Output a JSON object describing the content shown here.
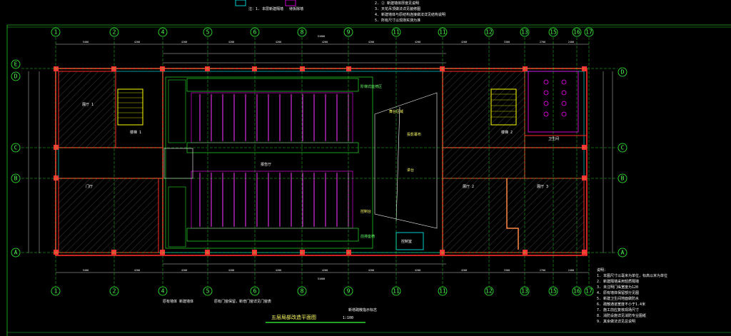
{
  "drawing": {
    "title": "五层局部改造平面图",
    "scale": "1:100",
    "legend": [
      {
        "text": "注：1. 本层新建隔墙",
        "swatch_color": "#00ffff"
      },
      {
        "text": "待拆除墙",
        "swatch_color": "#ff00ff"
      }
    ],
    "top_notes": [
      "2. ② 新建墙体厚度见说明",
      "3. 天花吊顶做法详见装修图",
      "4. 新建墙体与原结构连接做法详见结构说明",
      "5. 所有尺寸以现场实测为准"
    ],
    "side_notes": [
      "说明：",
      "1. 本图尺寸以毫米为单位，标高以米为单位",
      "2. 新建隔墙采用轻质隔墙",
      "3. 未注明门垛宽度为120",
      "4. 原有墙体保留部分见图",
      "5. 新建卫生间地面做防水",
      "6. 疏散通道宽度不小于1.4米",
      "7. 施工前应复核现场尺寸",
      "8. 消防设施详见消防专业图纸",
      "9. 其余做法详见总说明"
    ],
    "bottom_notes": [
      "原有墙体    新建墙体",
      "原有门窗保留，新增门窗详见门窗表",
      "新增疏散指示标志"
    ]
  },
  "grid": {
    "columns": [
      "1",
      "2",
      "4",
      "5",
      "6",
      "8",
      "9",
      "11",
      "11",
      "12",
      "13",
      "15",
      "16",
      "17"
    ],
    "rows": [
      "E",
      "D",
      "C",
      "B",
      "A"
    ]
  },
  "rooms": [
    "报告厅",
    "展厅 1",
    "展厅 2",
    "展厅 3",
    "楼梯 1",
    "楼梯 2",
    "卫生间",
    "门厅",
    "控制室"
  ],
  "hall": {
    "annotations": [
      "阶梯式座椅区",
      "前排座椅",
      "舞台区域",
      "投影幕布",
      "讲台",
      "控制台"
    ]
  },
  "colors": {
    "background": "#000000",
    "grid": "#33ff33",
    "wall": "#ff2a2a",
    "new_wall": "#00ffff",
    "seats": "#ff00ff",
    "stairs": "#ffff00",
    "dimension": "#ffffff"
  }
}
